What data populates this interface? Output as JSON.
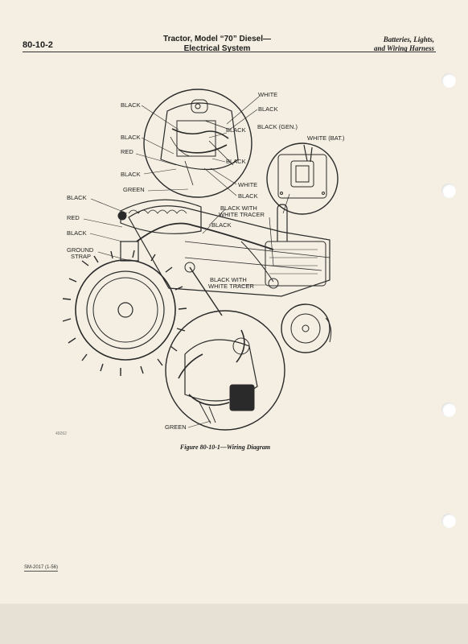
{
  "header": {
    "page_number": "80-10-2",
    "title_line1": "Tractor, Model “70” Diesel—",
    "title_line2": "Electrical System",
    "section_line1": "Batteries, Lights,",
    "section_line2": "and Wiring Harness"
  },
  "labels": {
    "white_top": "WHITE",
    "black_1": "BLACK",
    "black_2": "BLACK",
    "black_3": "BLACK",
    "black_4": "BLACK",
    "black_gen": "BLACK (GEN.)",
    "white_bat": "WHITE (BAT.)",
    "black_5": "BLACK",
    "red_1": "RED",
    "black_6": "BLACK",
    "black_7": "BLACK",
    "white_mid": "WHITE",
    "green_1": "GREEN",
    "black_8": "BLACK",
    "black_9": "BLACK",
    "black_white_tracer_1a": "BLACK WITH",
    "black_white_tracer_1b": "WHITE TRACER",
    "red_2": "RED",
    "black_10": "BLACK",
    "black_11": "BLACK",
    "ground_strap_a": "GROUND",
    "ground_strap_b": "STRAP",
    "black_white_tracer_2a": "BLACK WITH",
    "black_white_tracer_2b": "WHITE TRACER",
    "green_2": "GREEN"
  },
  "figure_number": "49262",
  "caption": "Figure 80-10-1—Wiring Diagram",
  "form_number": "SM-2017 (1-56)"
}
